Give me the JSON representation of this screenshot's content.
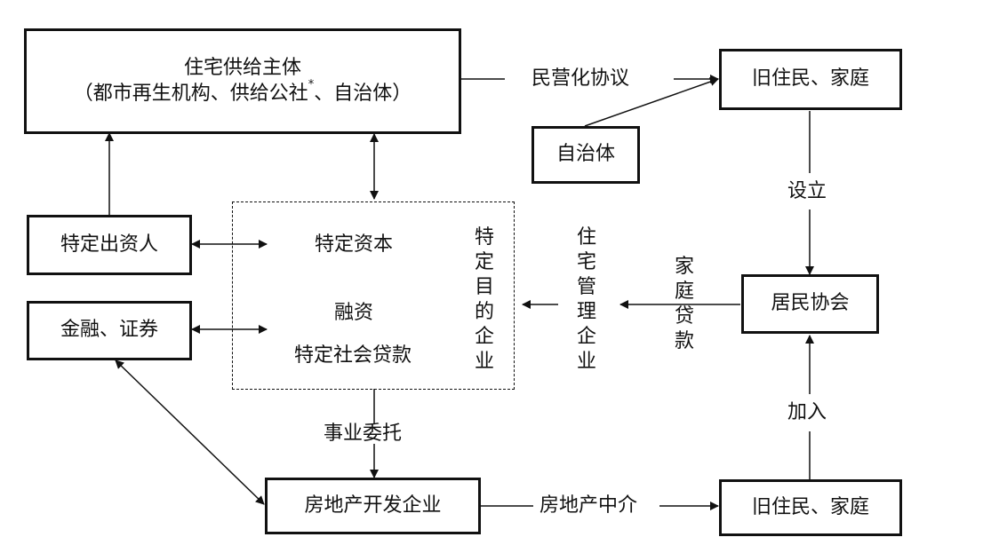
{
  "boxes": {
    "supplier_line1": "住宅供给主体",
    "supplier_line2": "（都市再生机构、供给公社",
    "supplier_mark": "*",
    "supplier_line3": "、自治体）",
    "old_resident_top": "旧住民、家庭",
    "local_gov": "自治体",
    "specific_investor": "特定出资人",
    "finance": "金融、证券",
    "resident_assoc": "居民协会",
    "developer": "房地产开发企业",
    "old_resident_bottom": "旧住民、家庭"
  },
  "spc": {
    "capital": "特定资本",
    "financing": "融资",
    "loan": "特定社会贷款",
    "vertical_label": "特定目的企业"
  },
  "labels": {
    "privatization": "民营化协议",
    "establish": "设立",
    "housing_mgmt": "住宅管理企业",
    "family_loan": "家庭贷款",
    "join": "加入",
    "entrust": "事业委托",
    "agency": "房地产中介"
  }
}
